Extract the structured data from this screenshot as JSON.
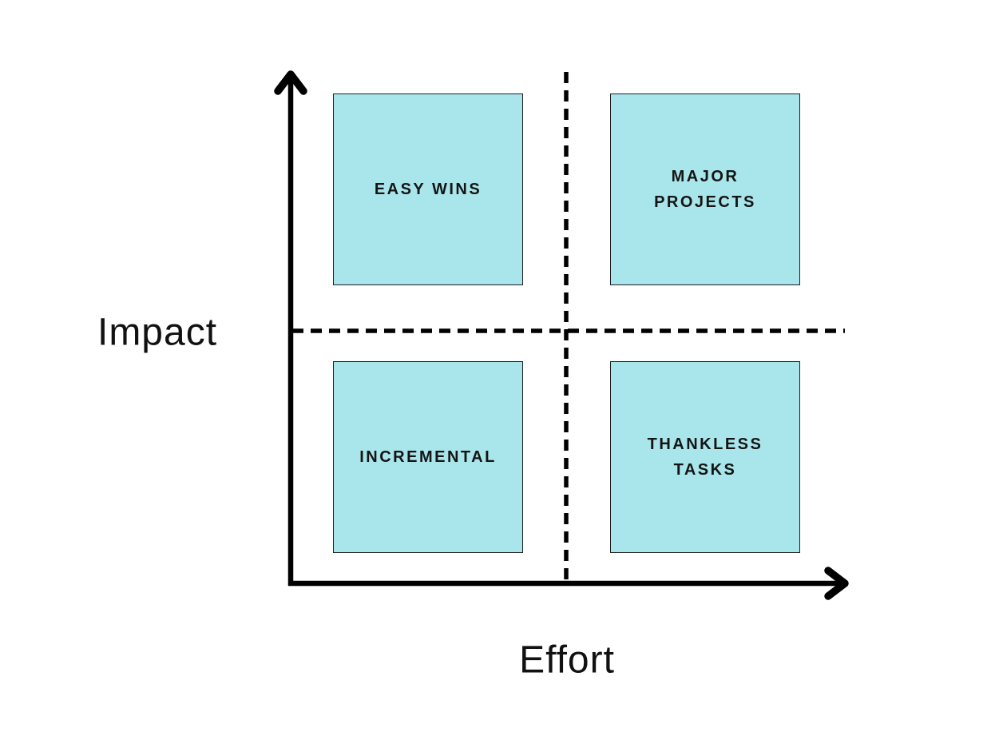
{
  "diagram": {
    "type": "2x2-priority-matrix",
    "y_axis_label": "Impact",
    "x_axis_label": "Effort",
    "quadrants": [
      {
        "position": "top-left",
        "impact": "high",
        "effort": "low",
        "label": "EASY WINS"
      },
      {
        "position": "top-right",
        "impact": "high",
        "effort": "high",
        "label": "MAJOR PROJECTS"
      },
      {
        "position": "bottom-left",
        "impact": "low",
        "effort": "low",
        "label": "INCREMENTAL"
      },
      {
        "position": "bottom-right",
        "impact": "low",
        "effort": "high",
        "label": "THANKLESS TASKS"
      }
    ],
    "colors": {
      "quadrant_fill": "#A9E6EB",
      "quadrant_border": "#1E1E1E",
      "axis_line": "#000000",
      "dashed_line": "#000000",
      "text": "#141414",
      "background": "#FFFFFF"
    }
  }
}
